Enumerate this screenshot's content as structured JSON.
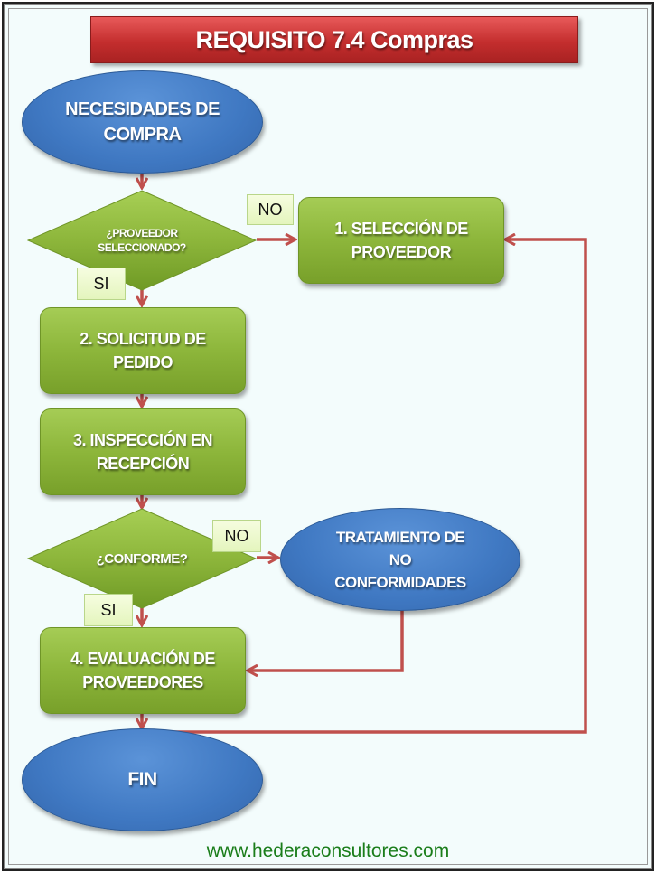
{
  "title": "REQUISITO 7.4 Compras",
  "nodes": {
    "start": "NECESIDADES DE\nCOMPRA",
    "decision_supplier": "¿PROVEEDOR\nSELECCIONADO?",
    "step1": "1. SELECCIÓN DE\nPROVEEDOR",
    "step2": "2. SOLICITUD DE\nPEDIDO",
    "step3": "3. INSPECCIÓN EN\nRECEPCIÓN",
    "decision_conform": "¿CONFORME?",
    "nonconformity": "TRATAMIENTO DE\nNO\nCONFORMIDADES",
    "step4": "4. EVALUACIÓN DE\nPROVEEDORES",
    "end": "FIN"
  },
  "labels": {
    "no_1": "NO",
    "si_1": "SI",
    "no_2": "NO",
    "si_2": "SI"
  },
  "footer": "www.hederaconsultores.com",
  "colors": {
    "title_red": "#c42e2e",
    "ellipse_blue": "#3f78c2",
    "process_green": "#8db63b",
    "connector_red": "#c0504d",
    "footer_green": "#1a7d1a",
    "background": "#f3fcfc"
  }
}
